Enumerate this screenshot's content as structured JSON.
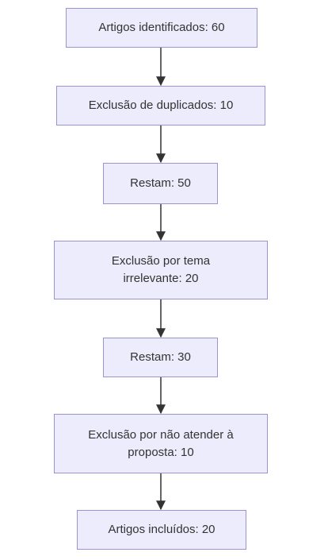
{
  "flowchart": {
    "nodes": [
      {
        "id": "n1",
        "label": "Artigos identificados: 60"
      },
      {
        "id": "n2",
        "label": "Exclusão de duplicados: 10"
      },
      {
        "id": "n3",
        "label": "Restam: 50"
      },
      {
        "id": "n4",
        "label": "Exclusão por tema irrelevante: 20"
      },
      {
        "id": "n5",
        "label": "Restam: 30"
      },
      {
        "id": "n6",
        "label": "Exclusão por não atender à proposta: 10"
      },
      {
        "id": "n7",
        "label": "Artigos incluídos: 20"
      }
    ],
    "edges": [
      {
        "from": "n1",
        "to": "n2"
      },
      {
        "from": "n2",
        "to": "n3"
      },
      {
        "from": "n3",
        "to": "n4"
      },
      {
        "from": "n4",
        "to": "n5"
      },
      {
        "from": "n5",
        "to": "n6"
      },
      {
        "from": "n6",
        "to": "n7"
      }
    ],
    "colors": {
      "node_fill": "#ececfc",
      "node_border": "#9b93cf",
      "text": "#333333",
      "edge": "#333333"
    }
  }
}
